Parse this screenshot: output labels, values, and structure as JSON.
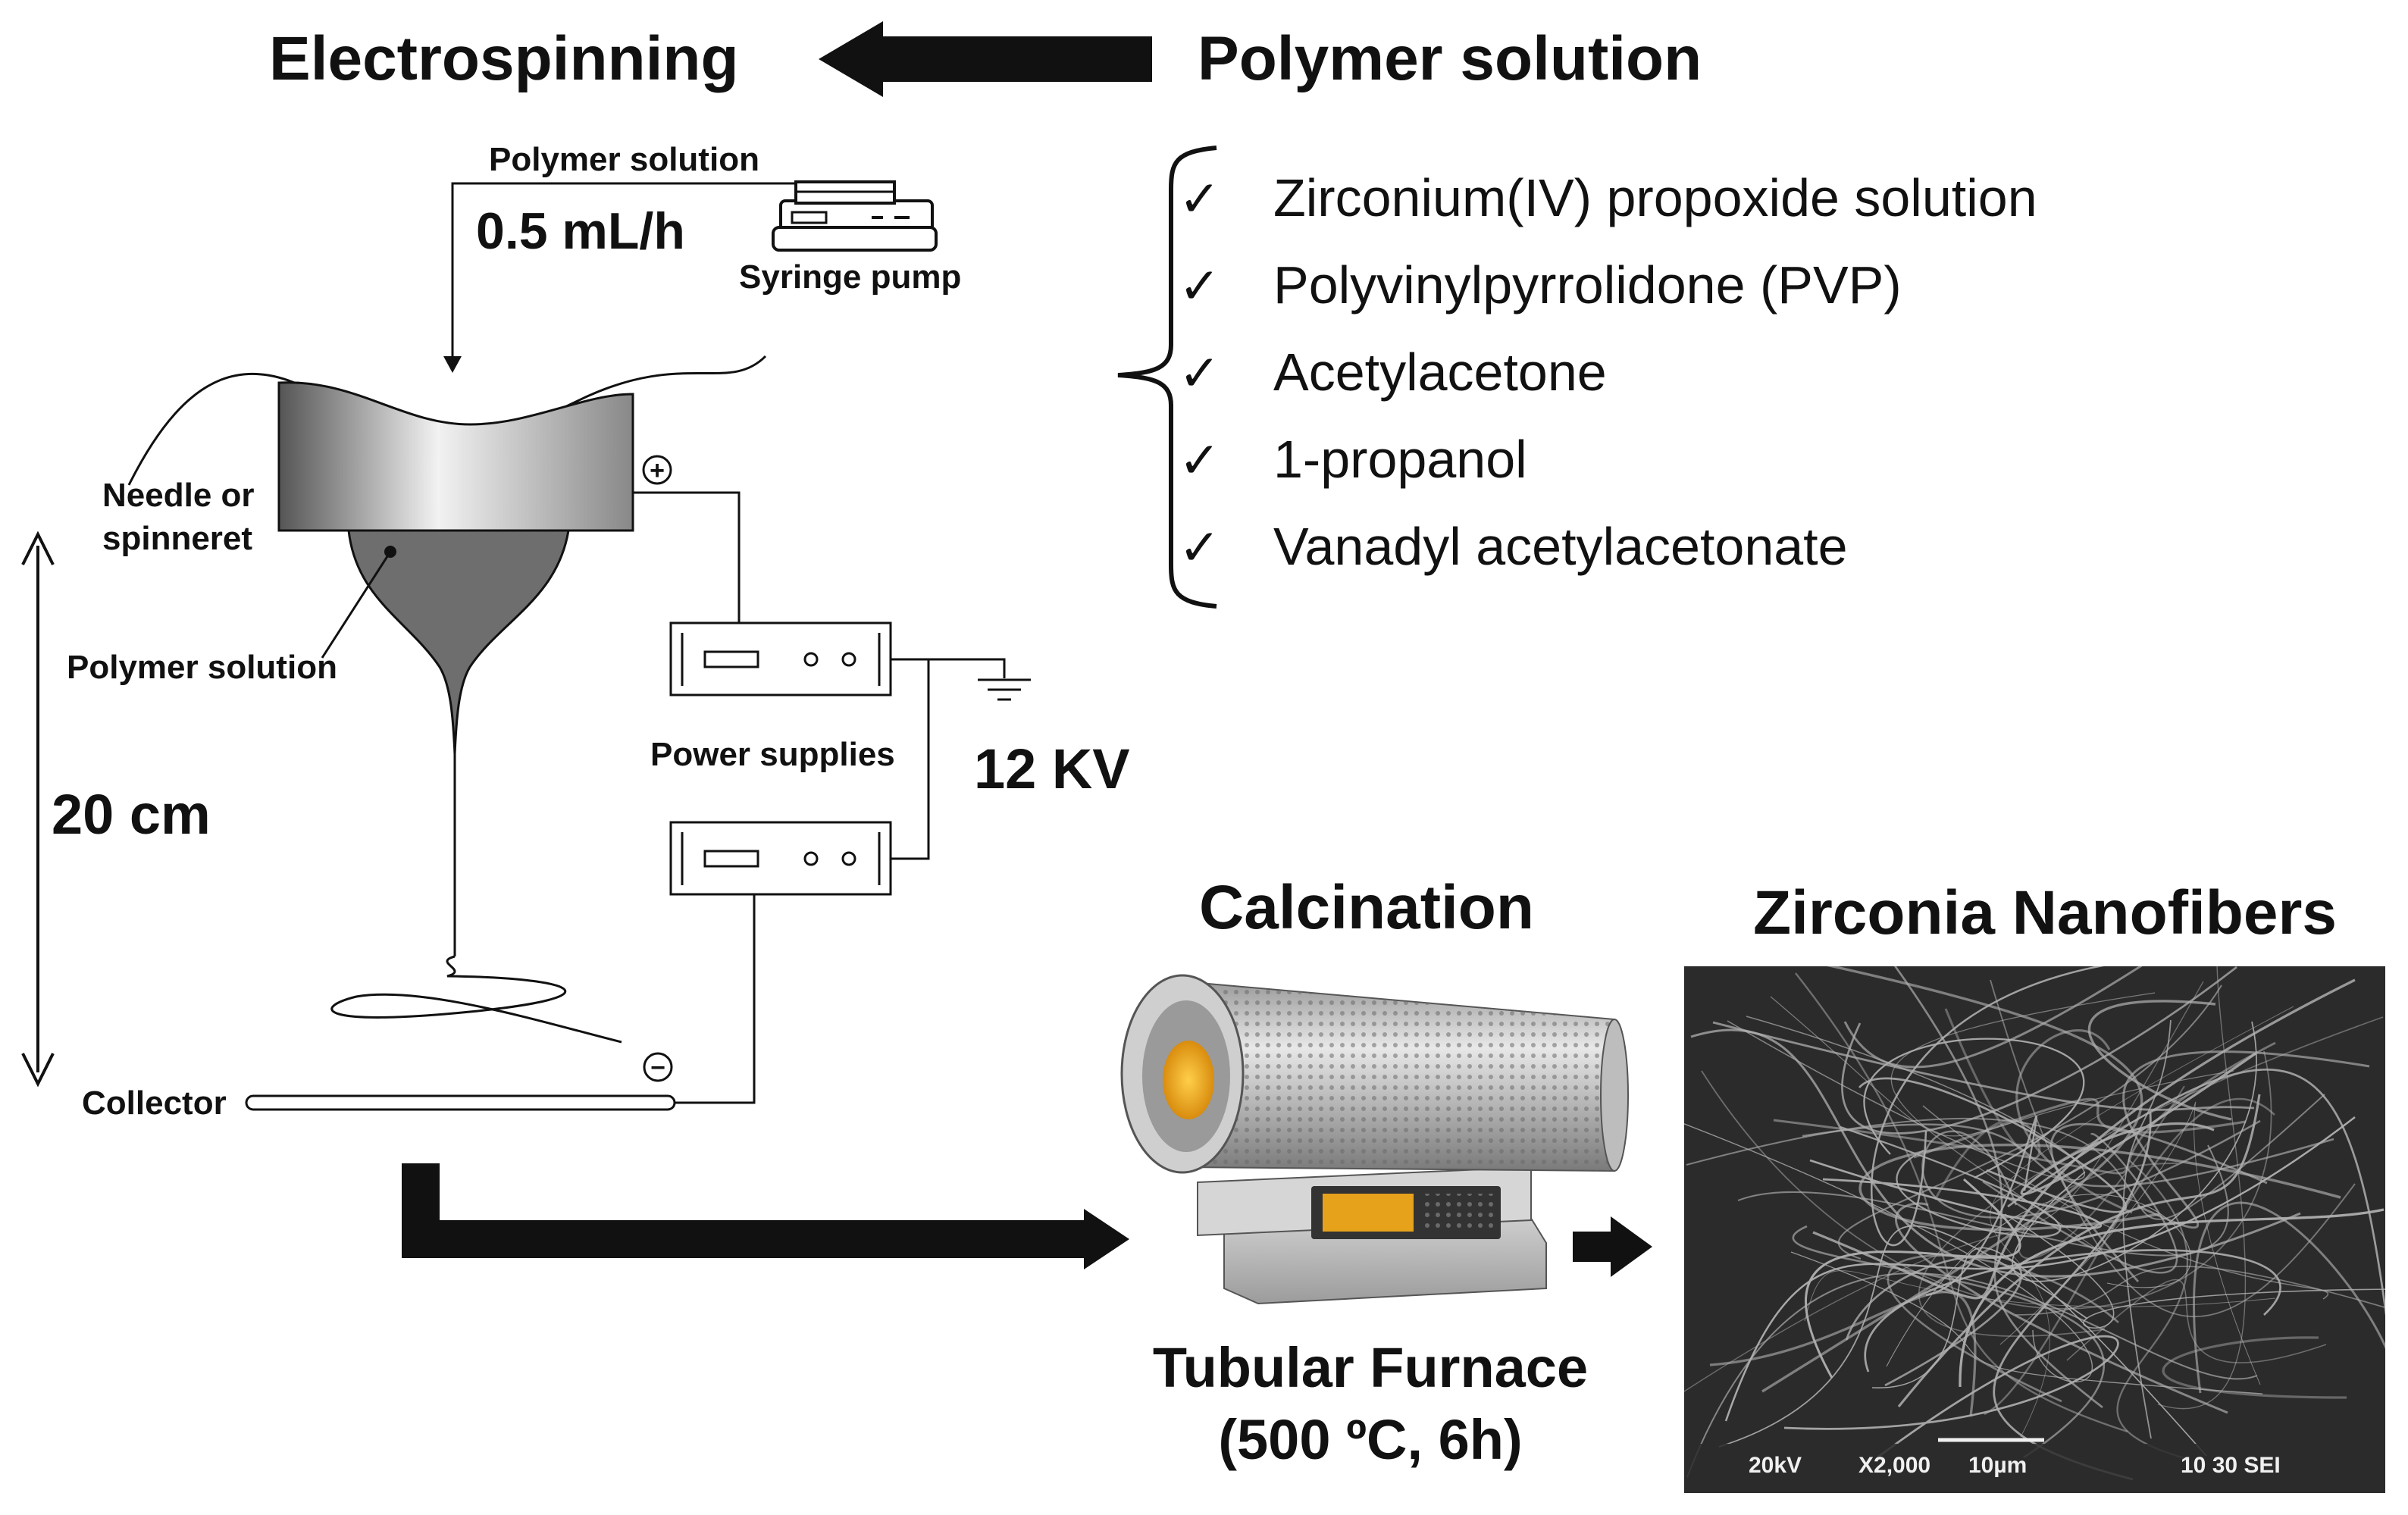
{
  "header": {
    "electrospinning": "Electrospinning",
    "polymer_solution": "Polymer solution"
  },
  "setup": {
    "polymer_solution_top": "Polymer solution",
    "flow_rate": "0.5 mL/h",
    "syringe_pump": "Syringe pump",
    "needle_line1": "Needle or",
    "needle_line2": "spinneret",
    "polymer_solution_drop": "Polymer solution",
    "distance": "20 cm",
    "power_supplies": "Power supplies",
    "voltage": "12 KV",
    "collector": "Collector",
    "plus_sign": "+",
    "minus_sign": "−"
  },
  "ingredients": [
    "Zirconium(IV) propoxide solution",
    "Polyvinylpyrrolidone (PVP)",
    "Acetylacetone",
    "1-propanol",
    "Vanadyl acetylacetonate"
  ],
  "check_mark": "✓",
  "calcination": {
    "title": "Calcination",
    "furnace_line1": "Tubular Furnace",
    "furnace_line2": "(500 ºC, 6h)"
  },
  "nanofibers": {
    "title": "Zirconia Nanofibers",
    "sem_kv": "20kV",
    "sem_mag": "X2,000",
    "sem_scale": "10µm",
    "sem_id": "10 30 SEI"
  },
  "colors": {
    "ink": "#111111",
    "sem_bg": "#2b2b2b",
    "furnace_window": "#f0a51c"
  }
}
